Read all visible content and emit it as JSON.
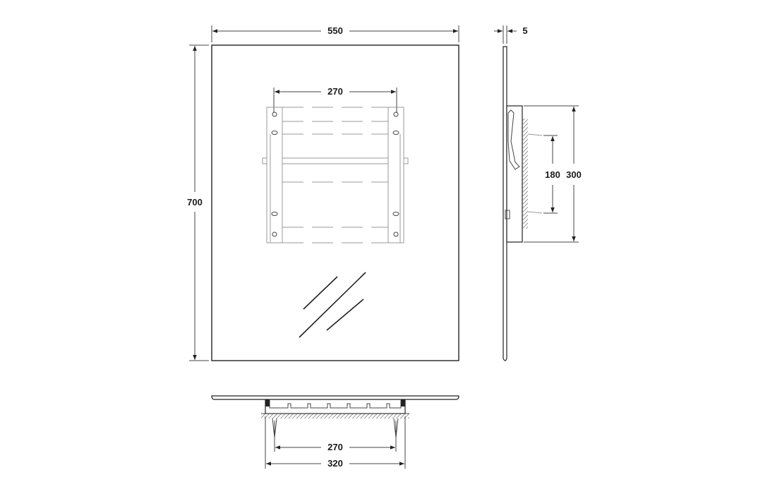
{
  "front_view": {
    "width_label": "550",
    "height_label": "700",
    "bracket_spacing_label": "270"
  },
  "side_view": {
    "thickness_label": "5",
    "inner_height_label": "180",
    "outer_height_label": "300"
  },
  "top_view": {
    "inner_width_label": "270",
    "outer_width_label": "320"
  },
  "colors": {
    "line": "#222222",
    "hatch": "#555555",
    "background": "#ffffff"
  }
}
